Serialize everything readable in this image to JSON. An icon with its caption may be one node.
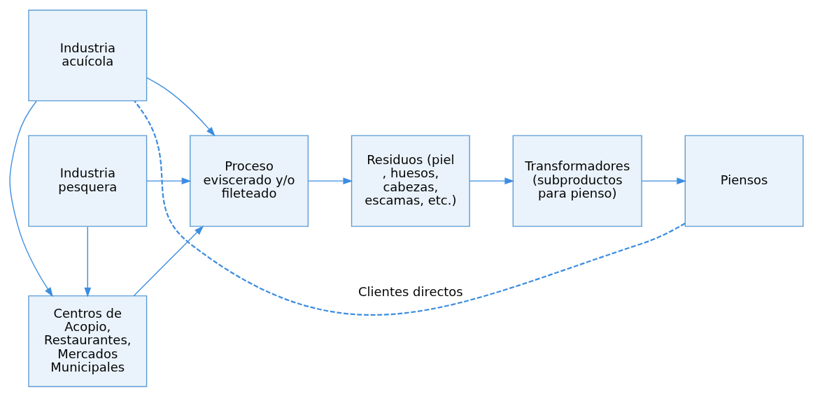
{
  "diagram": {
    "nodes": [
      {
        "text": [
          "Industria acuícola"
        ]
      },
      {
        "text": [
          "Centros de Acopio, Restaurantes, Mercados Municipales"
        ]
      },
      {
        "text": [
          "Industria pesquera"
        ]
      },
      {
        "text": [
          "Proceso eviscerado y/o fileteado"
        ]
      },
      {
        "text": [
          "Residuos (piel , huesos, cabezas, escamas, etc.)"
        ]
      },
      {
        "text": [
          "Transformadores (subproductos para pienso)"
        ]
      },
      {
        "text": [
          "Piensos"
        ]
      }
    ],
    "edges": [
      {
        "from": 0,
        "to": 1,
        "arrow": "to"
      },
      {
        "from": 2,
        "to": 1,
        "arrow": "to"
      },
      {
        "from": 0,
        "to": 3,
        "arrow": "to"
      },
      {
        "from": 1,
        "to": 3,
        "arrow": "to"
      },
      {
        "from": 2,
        "to": 3,
        "arrow": "to"
      },
      {
        "from": 3,
        "to": 4,
        "arrow": "to"
      },
      {
        "from": 4,
        "to": 5,
        "arrow": "to"
      },
      {
        "from": 5,
        "to": 6,
        "arrow": "to"
      },
      {
        "from": 6,
        "to": 0,
        "arrow": "none",
        "label": "Clientes directos",
        "style": "dashed"
      }
    ]
  }
}
